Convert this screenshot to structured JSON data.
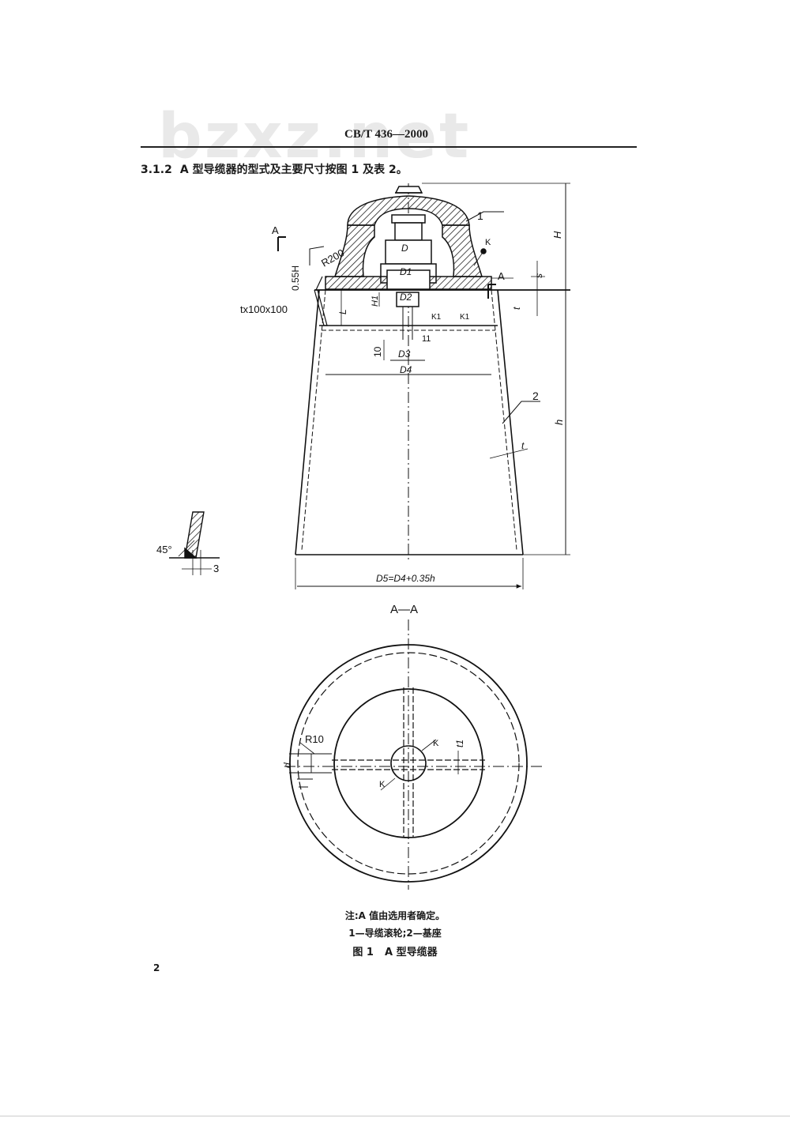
{
  "header": {
    "watermark": "bzxz.net",
    "standard_code": "CB/T 436—2000"
  },
  "clause": {
    "number": "3.1.2",
    "text": "A 型导缆器的型式及主要尺寸按图 1 及表 2。"
  },
  "drawing_labels": {
    "section_mark": "A",
    "radius": "R200",
    "height_ratio": "0.55H",
    "plate": "tx100x100",
    "H": "H",
    "h": "h",
    "s": "s",
    "t": "t",
    "L": "L",
    "H1": "H1",
    "D": "D",
    "D1": "D1",
    "D2": "D2",
    "D3": "D3",
    "D4": "D4",
    "D5_formula": "D5=D4+0.35h",
    "K": "K",
    "K1": "K1",
    "dim_10": "10",
    "dim_11": "11",
    "part_1": "1",
    "part_2": "2",
    "angle": "45°",
    "weld_3": "3",
    "section_title": "A—A",
    "R10": "R10",
    "d": "d",
    "t1": "t1"
  },
  "note": "注:A 值由选用者确定。",
  "legend": "1—导缆滚轮;2—基座",
  "caption": {
    "number": "图 1",
    "title": "A 型导缆器"
  },
  "page_number": "2"
}
